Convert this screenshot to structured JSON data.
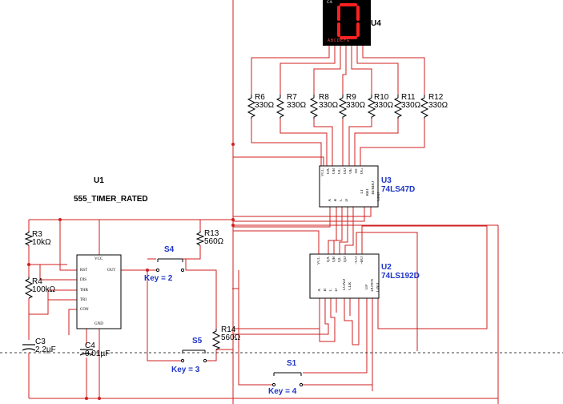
{
  "display": {
    "ref": "U4",
    "ca_label": "CA",
    "segment_letters": "ABCDEFG",
    "digit_shown": "0",
    "segment_color": "#ff2020"
  },
  "u1": {
    "ref": "U1",
    "part": "555_TIMER_RATED",
    "pins": {
      "vcc": "VCC",
      "out": "OUT",
      "rst": "RST",
      "dis": "DIS",
      "thr": "THR",
      "tri": "TRI",
      "con": "CON",
      "gnd": "GND"
    }
  },
  "u2": {
    "ref": "U2",
    "part": "74LS192D",
    "pins_top": [
      "VCC",
      "QA",
      "QB",
      "QC",
      "QD",
      "~CO",
      "~BO"
    ],
    "pins_bottom": [
      "A",
      "B",
      "C",
      "D",
      "LOAD",
      "CLR",
      "UP",
      "DOWN",
      "GND"
    ]
  },
  "u3": {
    "ref": "U3",
    "part": "74LS47D",
    "pins_top": [
      "VCC",
      "OA",
      "OB",
      "OC",
      "OD",
      "OE",
      "OF",
      "OG"
    ],
    "pins_bottom": [
      "A",
      "B",
      "C",
      "D",
      "LT",
      "RBI",
      "BI/RBO",
      "GND"
    ]
  },
  "resistors": [
    {
      "ref": "R6",
      "value": "330Ω"
    },
    {
      "ref": "R7",
      "value": "330Ω"
    },
    {
      "ref": "R8",
      "value": "330Ω"
    },
    {
      "ref": "R9",
      "value": "330Ω"
    },
    {
      "ref": "R10",
      "value": "330Ω"
    },
    {
      "ref": "R11",
      "value": "330Ω"
    },
    {
      "ref": "R12",
      "value": "330Ω"
    },
    {
      "ref": "R3",
      "value": "10kΩ"
    },
    {
      "ref": "R4",
      "value": "100kΩ"
    },
    {
      "ref": "R13",
      "value": "560Ω"
    },
    {
      "ref": "R14",
      "value": "560Ω"
    }
  ],
  "capacitors": [
    {
      "ref": "C3",
      "value": "2.2µF"
    },
    {
      "ref": "C4",
      "value": "0.01µF"
    }
  ],
  "switches": [
    {
      "ref": "S4",
      "key": "Key = 2"
    },
    {
      "ref": "S5",
      "key": "Key = 3"
    },
    {
      "ref": "S1",
      "key": "Key = 4"
    }
  ],
  "colors": {
    "wire": "#d01f1f",
    "component": "#000000",
    "ref_label": "#1d35c8",
    "display_body": "#000000"
  }
}
